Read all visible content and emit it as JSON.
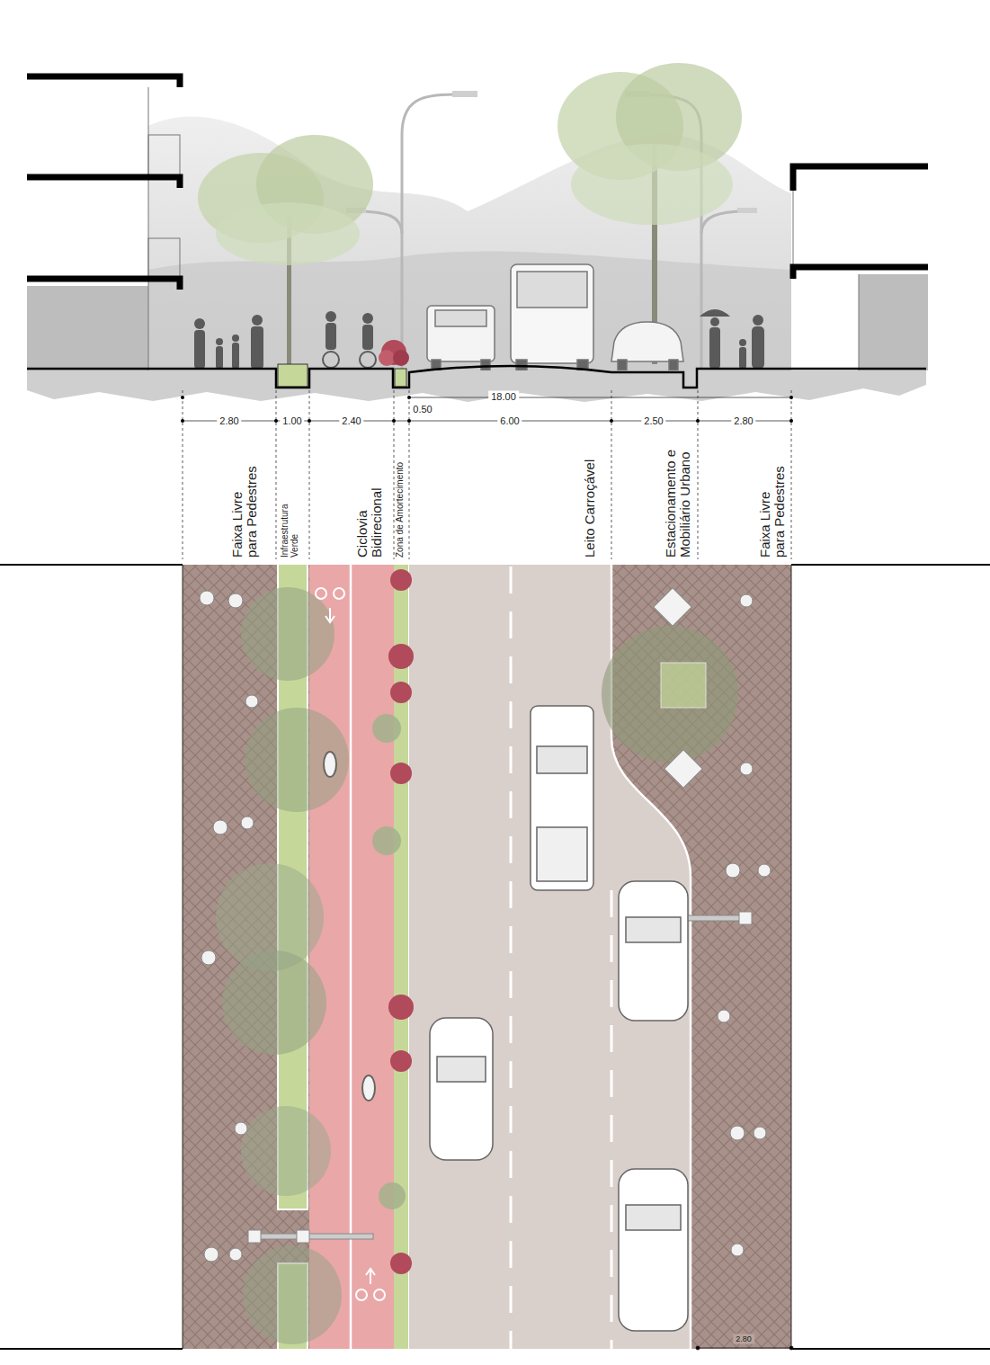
{
  "diagram": {
    "labels": [
      "18.00",
      "2.80",
      "1.00",
      "2.40",
      "0.50",
      "6.00",
      "2.50",
      "2.80",
      "Faixa Livre para Pedestres",
      "Infraestrutura Verde",
      "Ciclovia Bidirecional",
      "Zona de Amortecimento",
      "Leito Carroçável",
      "Estacionamento e Mobiliário Urbano",
      "Faixa Livre para Pedestres",
      "2.80"
    ]
  }
}
